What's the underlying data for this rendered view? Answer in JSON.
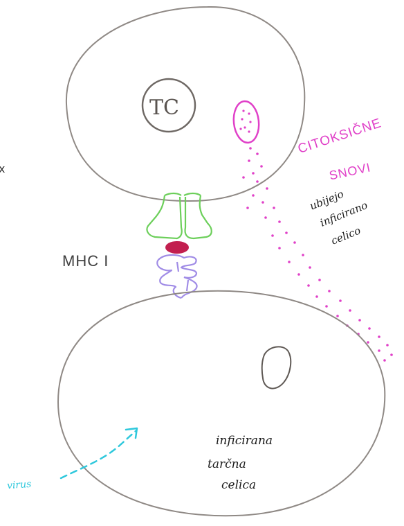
{
  "labels": {
    "tc": "TC",
    "mhc": "MHC I",
    "cytotoxic_line1": "CITOKSIČNE",
    "cytotoxic_line2": "SNOVI",
    "kills_line1": "ubijejo",
    "kills_line2": "inficirano",
    "kills_line3": "celico",
    "target_line1": "inficirana",
    "target_line2": "tarčna",
    "target_line3": "celica",
    "virus": "virus",
    "edge_mark": "x"
  },
  "colors": {
    "cell_outline": "#8f8985",
    "tcr_receptor": "#6ccf5a",
    "antigen": "#c21f4f",
    "mhc_molecule": "#a08ce6",
    "cytotoxic_granules": "#e040c8",
    "virus_arrow": "#2ec8dc",
    "text": "#1a1a1a"
  }
}
